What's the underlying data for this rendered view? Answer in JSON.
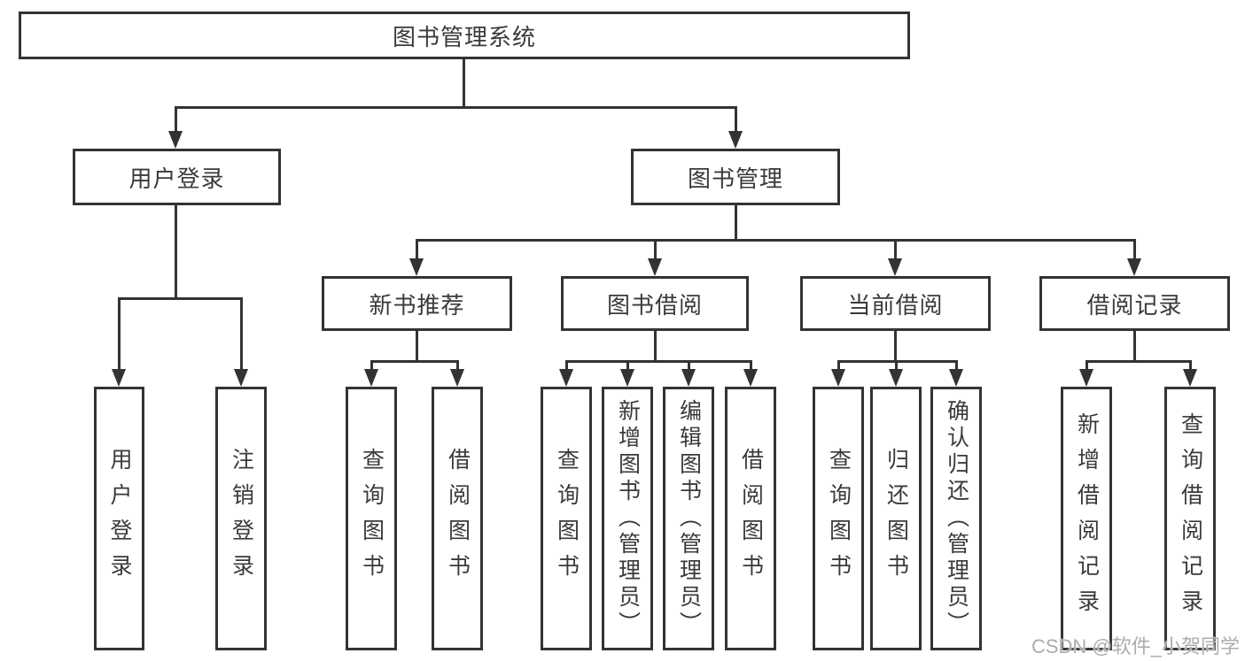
{
  "root": {
    "label": "图书管理系统"
  },
  "level2": {
    "user": {
      "label": "用户登录"
    },
    "mgmt": {
      "label": "图书管理"
    }
  },
  "user_children": [
    {
      "label": "用户登录"
    },
    {
      "label": "注销登录"
    }
  ],
  "branches": [
    {
      "label": "新书推荐",
      "children": [
        {
          "label": "查询图书"
        },
        {
          "label": "借阅图书"
        }
      ]
    },
    {
      "label": "图书借阅",
      "children": [
        {
          "label": "查询图书"
        },
        {
          "label": "新增图书（管理员）"
        },
        {
          "label": "编辑图书（管理员）"
        },
        {
          "label": "借阅图书"
        }
      ]
    },
    {
      "label": "当前借阅",
      "children": [
        {
          "label": "查询图书"
        },
        {
          "label": "归还图书"
        },
        {
          "label": "确认归还（管理员）"
        }
      ]
    },
    {
      "label": "借阅记录",
      "children": [
        {
          "label": "新增借阅记录"
        },
        {
          "label": "查询借阅记录"
        }
      ]
    }
  ],
  "watermark": {
    "text": "CSDN @软件_小贺同学"
  },
  "colors": {
    "line": "#333333",
    "text": "#3a3a3a",
    "background": "#ffffff",
    "watermark": "#9e9e9e"
  }
}
